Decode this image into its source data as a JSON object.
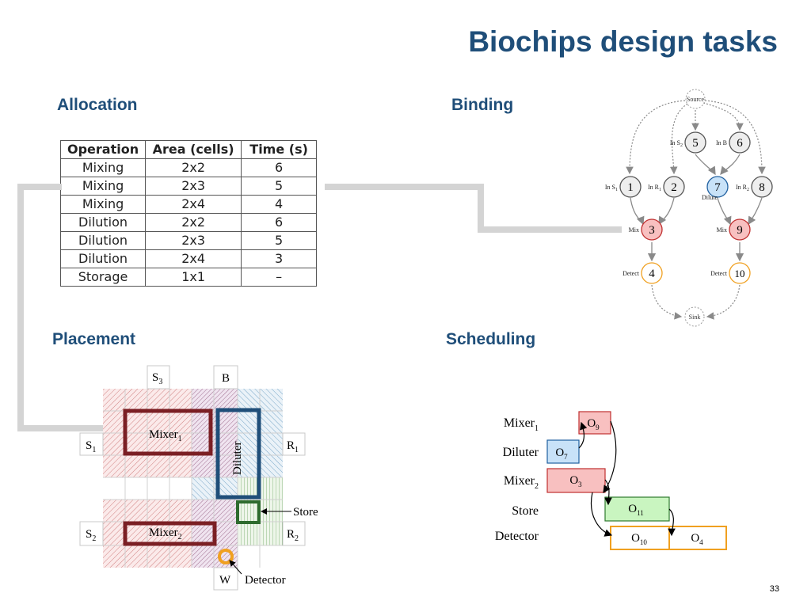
{
  "title": "Biochips design tasks",
  "sections": {
    "allocation": "Allocation",
    "binding": "Binding",
    "placement": "Placement",
    "scheduling": "Scheduling"
  },
  "allocation_table": {
    "headers": [
      "Operation",
      "Area (cells)",
      "Time (s)"
    ],
    "rows": [
      [
        "Mixing",
        "2x2",
        "6"
      ],
      [
        "Mixing",
        "2x3",
        "5"
      ],
      [
        "Mixing",
        "2x4",
        "4"
      ],
      [
        "Dilution",
        "2x2",
        "6"
      ],
      [
        "Dilution",
        "2x3",
        "5"
      ],
      [
        "Dilution",
        "2x4",
        "3"
      ],
      [
        "Storage",
        "1x1",
        "–"
      ]
    ]
  },
  "binding_graph": {
    "source": "Source",
    "sink": "Sink",
    "nodes": {
      "n1": {
        "id": "1",
        "label": "In S",
        "sub": "1",
        "color": "#eeeeee"
      },
      "n2": {
        "id": "2",
        "label": "In R",
        "sub": "1",
        "color": "#eeeeee"
      },
      "n3": {
        "id": "3",
        "label": "Mix",
        "sub": "",
        "color": "#f8c0c0"
      },
      "n4": {
        "id": "4",
        "label": "Detect",
        "sub": "",
        "color": "#ffffff"
      },
      "n5": {
        "id": "5",
        "label": "In S",
        "sub": "2",
        "color": "#eeeeee"
      },
      "n6": {
        "id": "6",
        "label": "In B",
        "sub": "",
        "color": "#eeeeee"
      },
      "n7": {
        "id": "7",
        "label": "Dilute",
        "sub": "",
        "color": "#c8e2f8"
      },
      "n8": {
        "id": "8",
        "label": "In R",
        "sub": "2",
        "color": "#eeeeee"
      },
      "n9": {
        "id": "9",
        "label": "Mix",
        "sub": "",
        "color": "#f8c0c0"
      },
      "n10": {
        "id": "10",
        "label": "Detect",
        "sub": "",
        "color": "#ffffff"
      }
    }
  },
  "placement": {
    "s3": {
      "main": "S",
      "sub": "3"
    },
    "b": "B",
    "s1": {
      "main": "S",
      "sub": "1"
    },
    "s2": {
      "main": "S",
      "sub": "2"
    },
    "r1": {
      "main": "R",
      "sub": "1"
    },
    "r2": {
      "main": "R",
      "sub": "2"
    },
    "w": "W",
    "mixer1": {
      "main": "Mixer",
      "sub": "1"
    },
    "mixer2": {
      "main": "Mixer",
      "sub": "2"
    },
    "diluter": "Diluter",
    "store": "Store",
    "detector": "Detector"
  },
  "scheduling": {
    "rows": [
      {
        "main": "Mixer",
        "sub": "1"
      },
      {
        "main": "Diluter",
        "sub": ""
      },
      {
        "main": "Mixer",
        "sub": "2"
      },
      {
        "main": "Store",
        "sub": ""
      },
      {
        "main": "Detector",
        "sub": ""
      }
    ],
    "ops": {
      "o9": {
        "main": "O",
        "sub": "9"
      },
      "o7": {
        "main": "O",
        "sub": "7"
      },
      "o3": {
        "main": "O",
        "sub": "3"
      },
      "o11": {
        "main": "O",
        "sub": "11"
      },
      "o10": {
        "main": "O",
        "sub": "10"
      },
      "o4": {
        "main": "O",
        "sub": "4"
      }
    }
  },
  "colors": {
    "title": "#1f4e79",
    "mixer": "#7b1f24",
    "diluter": "#1f4e79",
    "store": "#2e6b2e",
    "detector": "#f0a020",
    "mix_fill": "#f8c0c0",
    "dilute_fill": "#c8e2f8",
    "store_fill": "#c9f5c0",
    "detect_border": "#f0a020"
  },
  "page_number": "33"
}
